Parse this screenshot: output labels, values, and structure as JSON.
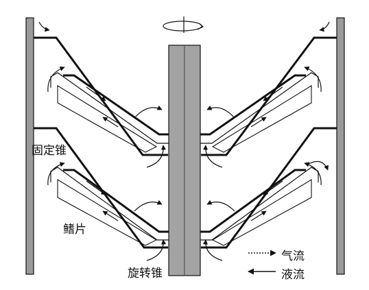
{
  "labels": {
    "fixed_cone": "固定锥",
    "fins": "鳍片",
    "rotating_cone": "旋转锥"
  },
  "legend": {
    "gas_flow": "气流",
    "liquid_flow": "液流"
  },
  "colors": {
    "wall_fill": "#9a9a9a",
    "shaft_fill": "#a3a3a3",
    "line": "#111111"
  }
}
